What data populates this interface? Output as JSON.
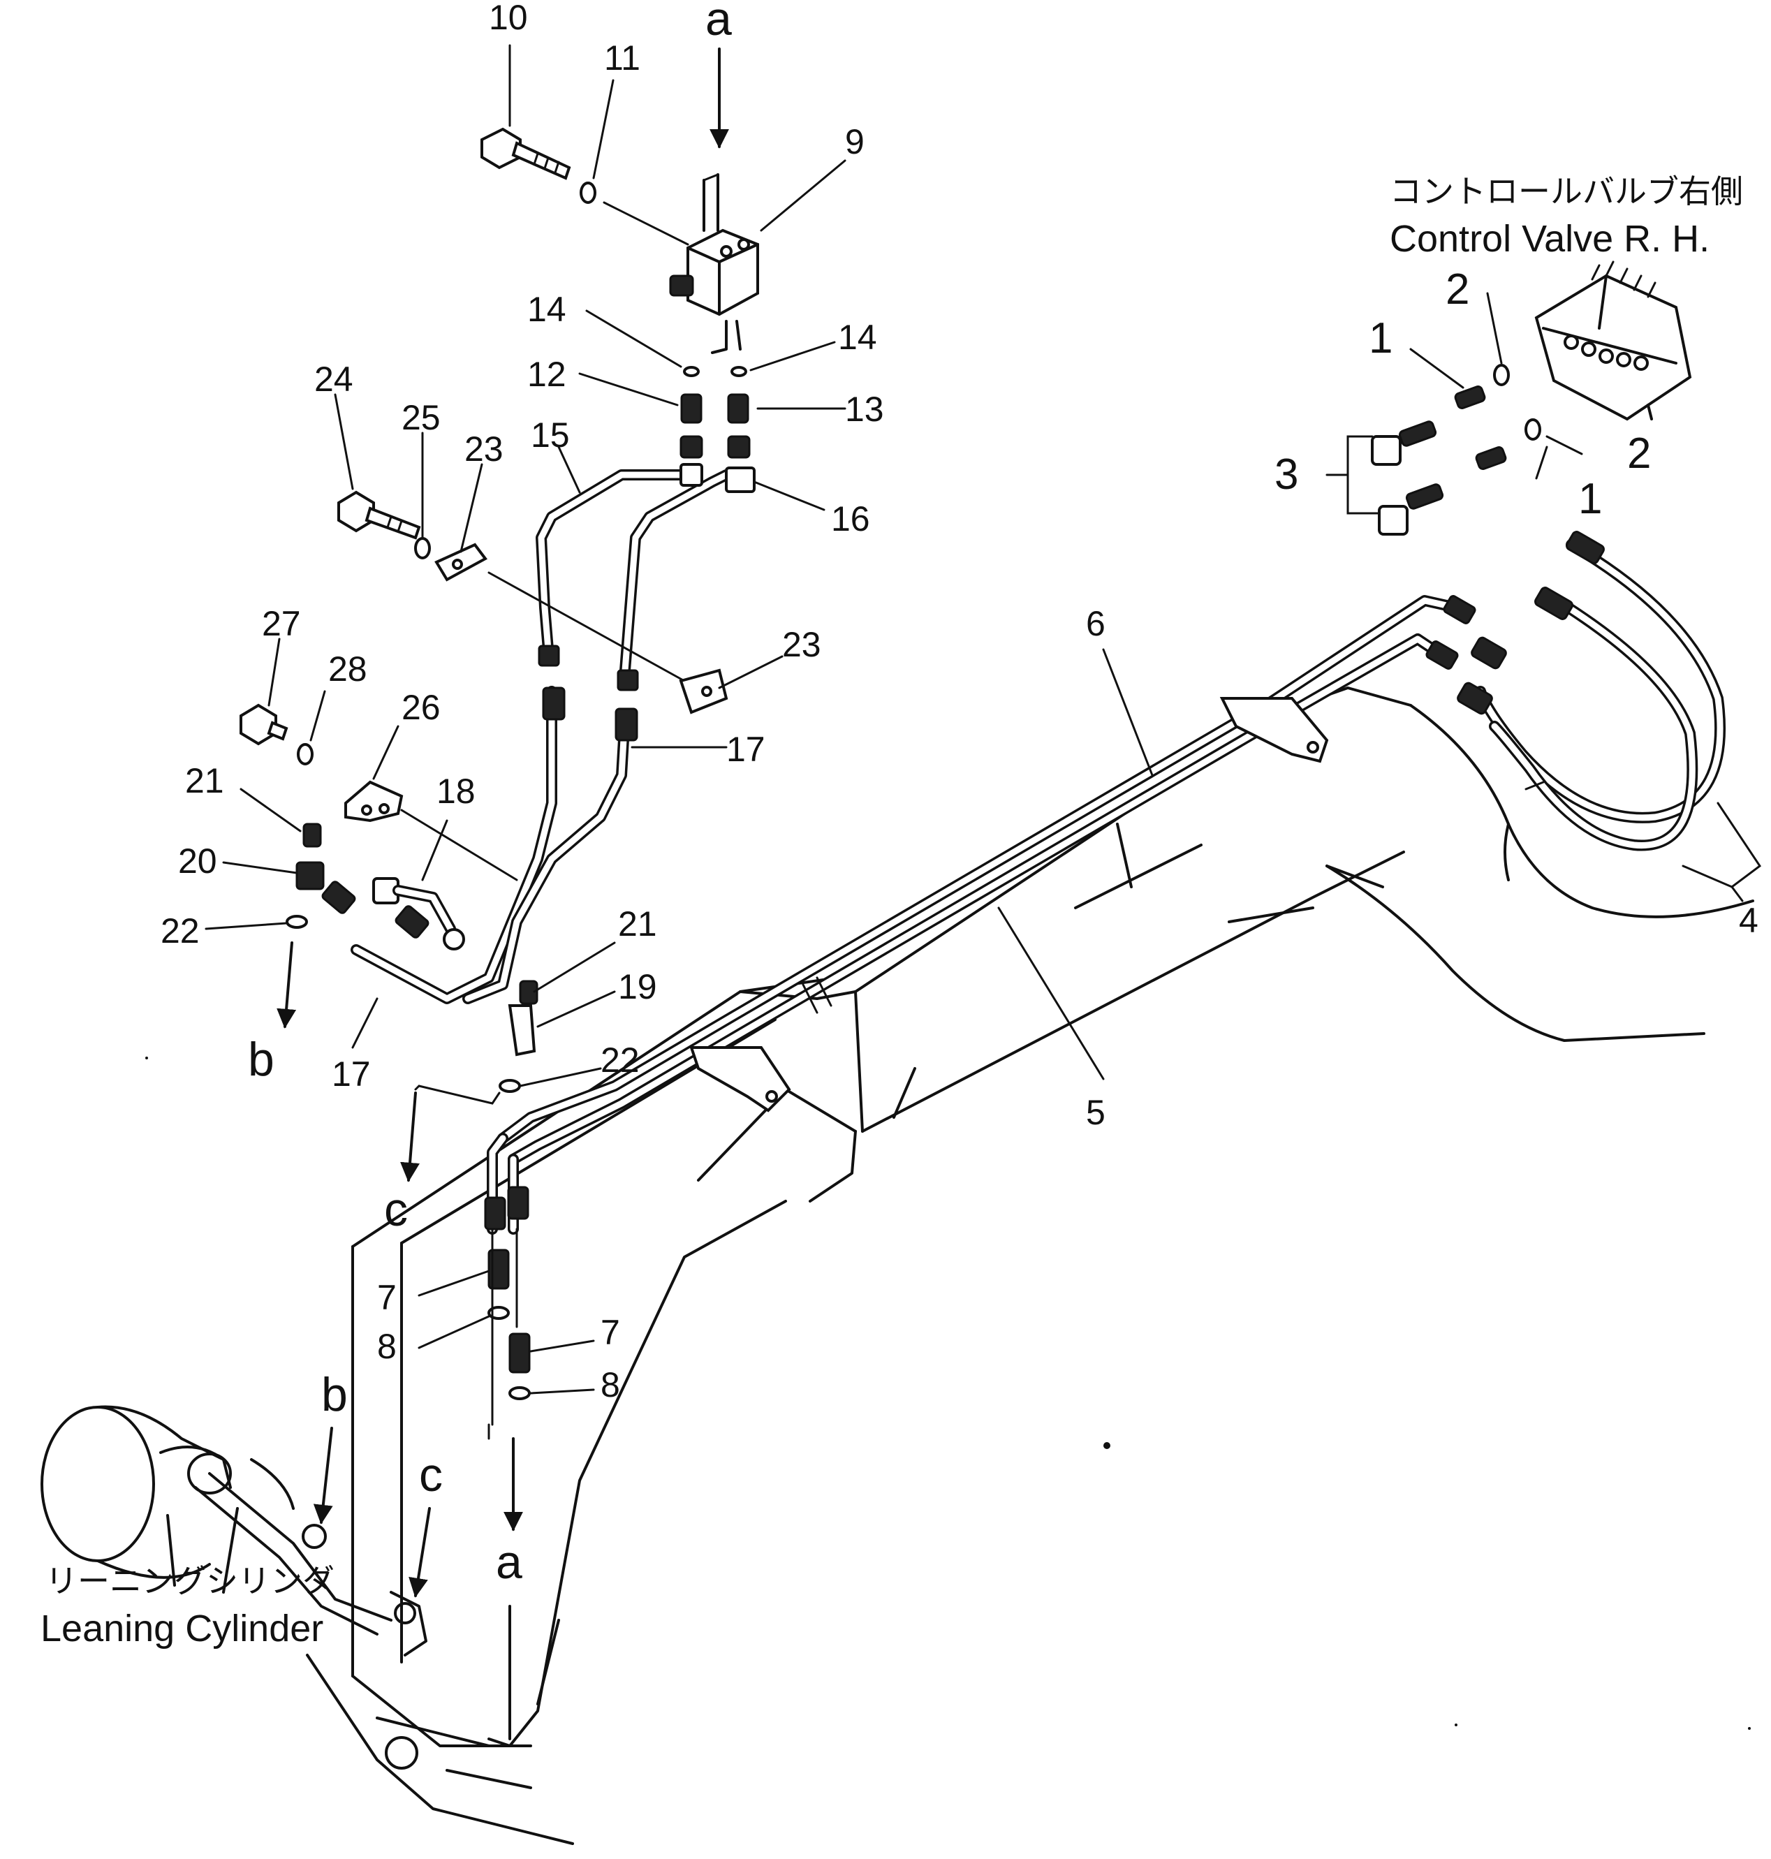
{
  "labels": {
    "control_valve_jp": "コントロールバルブ右側",
    "control_valve_en": "Control Valve R. H.",
    "cylinder_jp": "リーニングシリンダ",
    "cylinder_en": "Leaning Cylinder"
  },
  "refs": {
    "a_top": "a",
    "a_bottom": "a",
    "b_left": "b",
    "b_bottom": "b",
    "c_mid": "c",
    "c_bottom": "c"
  },
  "parts": {
    "p1a": "1",
    "p1b": "1",
    "p2a": "2",
    "p2b": "2",
    "p3": "3",
    "p4": "4",
    "p5": "5",
    "p6": "6",
    "p7a": "7",
    "p7b": "7",
    "p8a": "8",
    "p8b": "8",
    "p9": "9",
    "p10": "10",
    "p11": "11",
    "p12": "12",
    "p13": "13",
    "p14a": "14",
    "p14b": "14",
    "p15": "15",
    "p16": "16",
    "p17a": "17",
    "p17b": "17",
    "p18": "18",
    "p19": "19",
    "p20": "20",
    "p21a": "21",
    "p21b": "21",
    "p22a": "22",
    "p22b": "22",
    "p23a": "23",
    "p23b": "23",
    "p24": "24",
    "p25": "25",
    "p26": "26",
    "p27": "27",
    "p28": "28"
  }
}
